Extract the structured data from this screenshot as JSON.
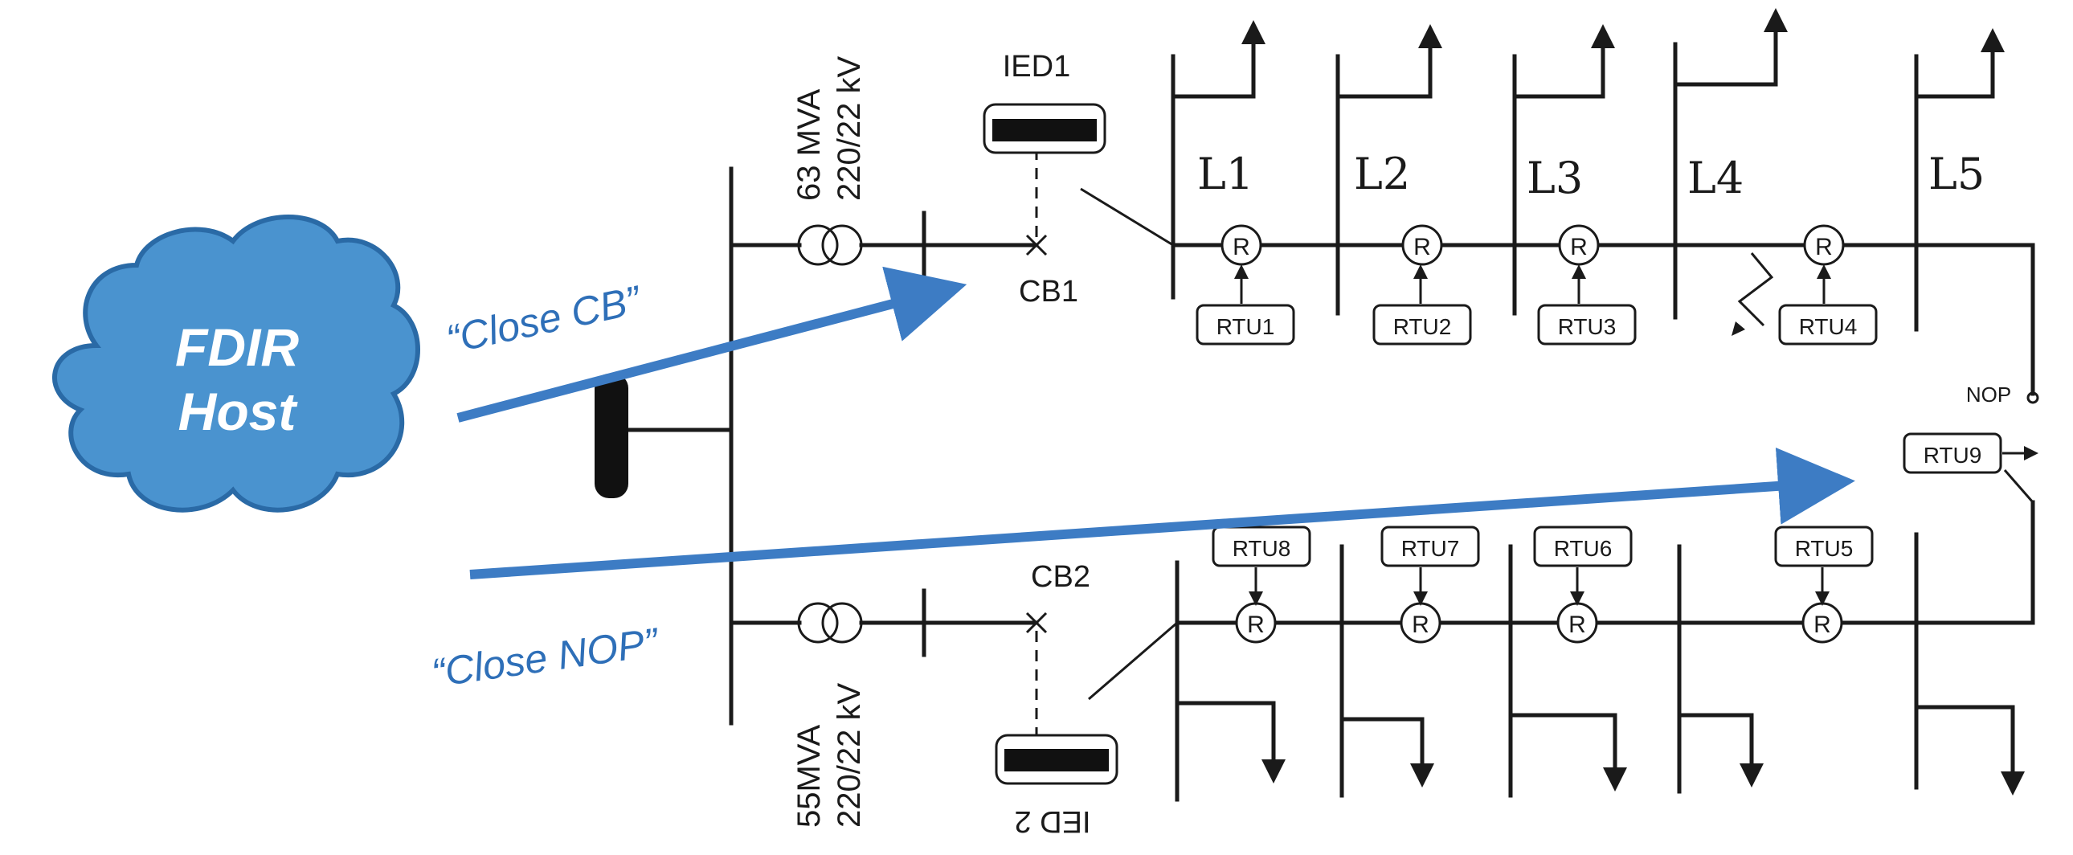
{
  "host": {
    "line1": "FDIR",
    "line2": "Host"
  },
  "commands": {
    "close_cb": "“Close CB”",
    "close_nop": "“Close NOP”"
  },
  "transformer_top": {
    "rating": "63 MVA",
    "voltage": "220/22 kV"
  },
  "transformer_bottom": {
    "rating": "55MVA",
    "voltage": "220/22 kV"
  },
  "ied_top": "IED1",
  "ied_bottom": "IED 2",
  "cb_top": "CB1",
  "cb_bottom": "CB2",
  "lines": [
    "L1",
    "L2",
    "L3",
    "L4",
    "L5"
  ],
  "relay_symbol": "R",
  "rtu_top": [
    "RTU1",
    "RTU2",
    "RTU3",
    "RTU4"
  ],
  "rtu_bottom": [
    "RTU8",
    "RTU7",
    "RTU6",
    "RTU5"
  ],
  "rtu_nop": "RTU9",
  "nop_label": "NOP",
  "colors": {
    "cloud_fill": "#4a93cf",
    "cloud_stroke": "#2a6aa6",
    "arrow": "#3d7cc4",
    "text_blue": "#2e6fb8"
  }
}
